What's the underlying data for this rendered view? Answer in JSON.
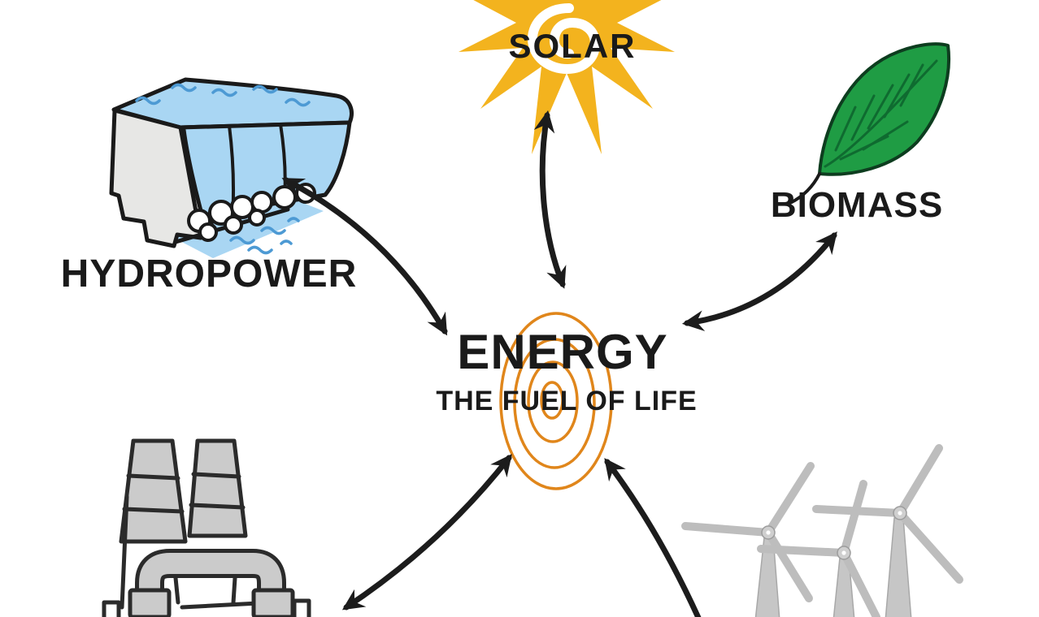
{
  "diagram": {
    "center": {
      "title": "ENERGY",
      "subtitle": "THE FUEL OF LIFE",
      "icon": "orange-spiral-icon"
    },
    "sources": {
      "solar": {
        "label": "SOLAR",
        "icon": "sun-icon"
      },
      "hydropower": {
        "label": "HYDROPOWER",
        "icon": "dam-waterfall-icon"
      },
      "biomass": {
        "label": "BIOMASS",
        "icon": "leaf-icon"
      },
      "fossil": {
        "icon": "factory-icon"
      },
      "wind": {
        "icon": "wind-turbines-icon"
      }
    },
    "connections": [
      {
        "from": "solar",
        "to": "energy",
        "style": "double-headed-curved-arrow"
      },
      {
        "from": "hydropower",
        "to": "energy",
        "style": "double-headed-curved-arrow"
      },
      {
        "from": "biomass",
        "to": "energy",
        "style": "double-headed-curved-arrow"
      },
      {
        "from": "fossil",
        "to": "energy",
        "style": "double-headed-curved-arrow"
      },
      {
        "from": "wind",
        "to": "energy",
        "style": "curved-arrow"
      }
    ],
    "colors": {
      "sun": "#F3B31E",
      "leaf": "#1F9C44",
      "leaf_outline": "#0d3d1f",
      "water": "#A9D6F3",
      "water_dark": "#4D9AD4",
      "spiral": "#E0861B",
      "arrow": "#1C1C1C",
      "machinery": "#CBCBCB",
      "machinery_outline": "#2B2B2B",
      "turbine": "#BDBDBD",
      "dam_face": "#E7E7E5",
      "text": "#1A1A1A",
      "background": "#FFFFFF"
    }
  }
}
